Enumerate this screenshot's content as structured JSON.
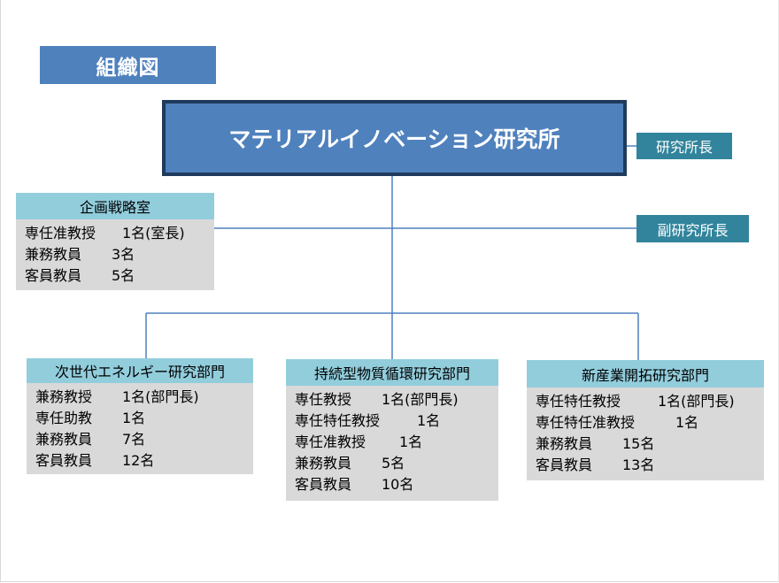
{
  "page_title": "組織図",
  "institute_name": "マテリアルイノベーション研究所",
  "roles": {
    "director": "研究所長",
    "deputy_director": "副研究所長"
  },
  "planning_office": {
    "name": "企画戦略室",
    "rows": [
      {
        "title": "専任准教授",
        "count": "1名(室長)"
      },
      {
        "title": "兼務教員",
        "count": "3名"
      },
      {
        "title": "客員教員",
        "count": "5名"
      }
    ]
  },
  "departments": [
    {
      "name": "次世代エネルギー研究部門",
      "rows": [
        {
          "title": "兼務教授",
          "count": "1名(部門長)"
        },
        {
          "title": "専任助教",
          "count": "1名"
        },
        {
          "title": "兼務教員",
          "count": "7名"
        },
        {
          "title": "客員教員",
          "count": "12名"
        }
      ]
    },
    {
      "name": "持続型物質循環研究部門",
      "rows": [
        {
          "title": "専任教授",
          "count": "1名(部門長)"
        },
        {
          "title": "専任特任教授",
          "count": "1名"
        },
        {
          "title": "専任准教授",
          "count": "1名"
        },
        {
          "title": "兼務教員",
          "count": "5名"
        },
        {
          "title": "客員教員",
          "count": "10名"
        }
      ]
    },
    {
      "name": "新産業開拓研究部門",
      "rows": [
        {
          "title": "専任特任教授",
          "count": "1名(部門長)"
        },
        {
          "title": "専任特任准教授",
          "count": "1名"
        },
        {
          "title": "兼務教員",
          "count": "15名"
        },
        {
          "title": "客員教員",
          "count": "13名"
        }
      ]
    }
  ],
  "colors": {
    "primary_blue": "#4f81bd",
    "dark_border": "#1f3a5c",
    "role_teal": "#31849b",
    "dept_header": "#92cddc",
    "dept_body": "#d9d9d9",
    "connector": "#4f81bd"
  }
}
